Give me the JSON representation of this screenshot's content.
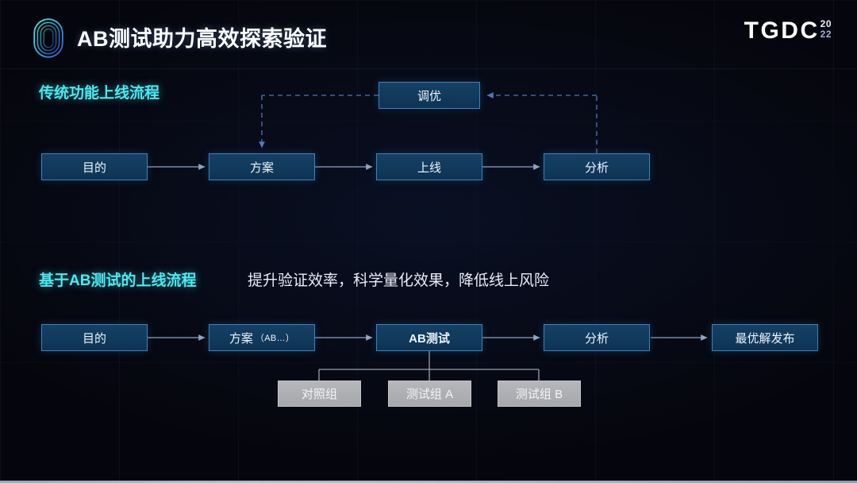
{
  "header": {
    "title": "AB测试助力高效探索验证",
    "logo_icon": "capsule-rings-logo-icon",
    "brand_name": "TGDC",
    "brand_year_top": "20",
    "brand_year_bottom": "22"
  },
  "colors": {
    "background": "#05060d",
    "accent_cyan": "#4fe8ee",
    "node_fill": "#123a5c",
    "node_border": "#3f81b8",
    "gray_node_fill": "#a7a8ac",
    "arrow": "#8fa4c4",
    "dashed_arrow": "#4a6fb0"
  },
  "sections": [
    {
      "id": "traditional",
      "title": "传统功能上线流程",
      "subtitle": ""
    },
    {
      "id": "ab-based",
      "title": "基于AB测试的上线流程",
      "subtitle": "提升验证效率，科学量化效果，降低线上风险"
    }
  ],
  "flow_traditional": {
    "feedback_node": "调优",
    "nodes": [
      "目的",
      "方案",
      "上线",
      "分析"
    ]
  },
  "flow_ab": {
    "nodes": [
      {
        "label": "目的",
        "note": ""
      },
      {
        "label": "方案",
        "note": "（AB…）"
      },
      {
        "label": "AB测试",
        "note": ""
      },
      {
        "label": "分析",
        "note": ""
      },
      {
        "label": "最优解发布",
        "note": ""
      }
    ],
    "groups": [
      "对照组",
      "测试组 A",
      "测试组 B"
    ]
  }
}
